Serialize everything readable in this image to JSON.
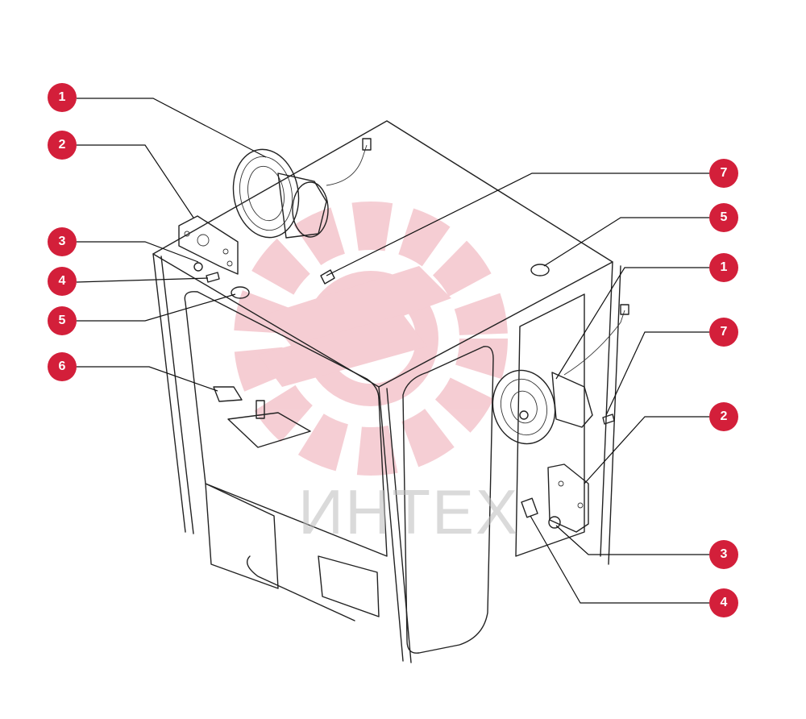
{
  "diagram": {
    "watermark_text": "ИНТЕХ",
    "accent_color": "#d31f3a",
    "callouts": [
      {
        "label": "1"
      },
      {
        "label": "2"
      },
      {
        "label": "3"
      },
      {
        "label": "4"
      },
      {
        "label": "5"
      },
      {
        "label": "6"
      },
      {
        "label": "7"
      },
      {
        "label": "5"
      },
      {
        "label": "1"
      },
      {
        "label": "7"
      },
      {
        "label": "2"
      },
      {
        "label": "3"
      },
      {
        "label": "4"
      }
    ]
  }
}
